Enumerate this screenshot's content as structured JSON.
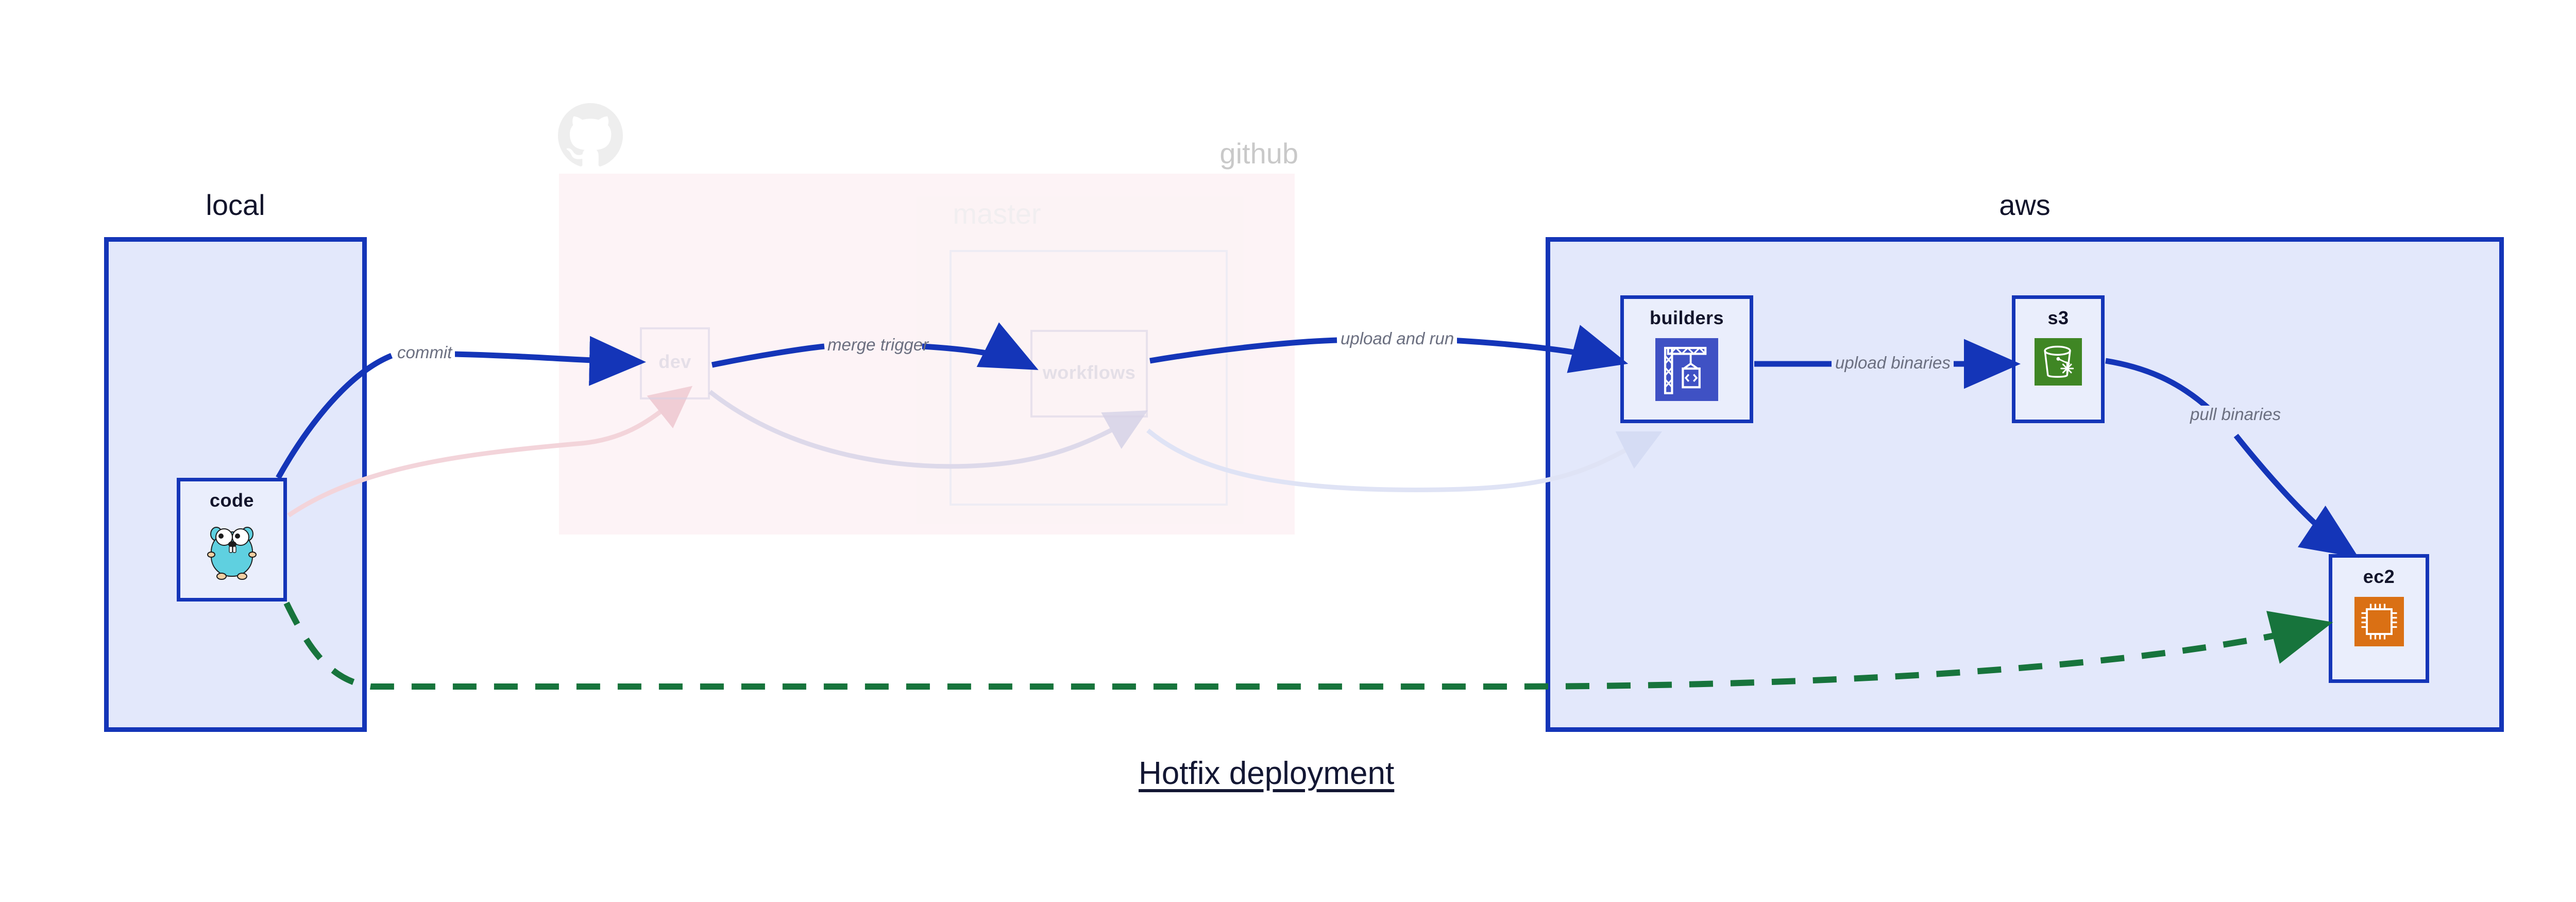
{
  "diagram": {
    "caption": "Hotfix deployment",
    "groups": [
      {
        "id": "local",
        "label": "local",
        "style": "solid"
      },
      {
        "id": "github",
        "label": "github",
        "style": "faded"
      },
      {
        "id": "aws",
        "label": "aws",
        "style": "solid"
      }
    ],
    "subgroups": [
      {
        "id": "master",
        "label": "master",
        "parent": "github",
        "style": "faded"
      }
    ],
    "nodes": [
      {
        "id": "code",
        "label": "code",
        "group": "local",
        "icon": "go-gopher-icon",
        "style": "solid"
      },
      {
        "id": "dev",
        "label": "dev",
        "group": "github",
        "icon": "none",
        "style": "faded"
      },
      {
        "id": "workflows",
        "label": "workflows",
        "group": "master",
        "icon": "none",
        "style": "faded"
      },
      {
        "id": "builders",
        "label": "builders",
        "group": "aws",
        "icon": "crane-code-icon",
        "style": "solid"
      },
      {
        "id": "s3",
        "label": "s3",
        "group": "aws",
        "icon": "s3-bucket-glacier-icon",
        "style": "solid"
      },
      {
        "id": "ec2",
        "label": "ec2",
        "group": "aws",
        "icon": "cpu-chip-icon",
        "style": "solid"
      }
    ],
    "edges": [
      {
        "id": "e-commit",
        "from": "code",
        "to": "dev",
        "label": "commit",
        "style": "solid",
        "color": "#1435b8"
      },
      {
        "id": "e-merge",
        "from": "dev",
        "to": "workflows",
        "label": "merge trigger",
        "style": "solid",
        "color": "#1435b8"
      },
      {
        "id": "e-upload",
        "from": "workflows",
        "to": "builders",
        "label": "upload and run",
        "style": "solid",
        "color": "#1435b8"
      },
      {
        "id": "e-binaries",
        "from": "builders",
        "to": "s3",
        "label": "upload binaries",
        "style": "solid",
        "color": "#1435b8"
      },
      {
        "id": "e-pull",
        "from": "s3",
        "to": "ec2",
        "label": "pull binaries",
        "style": "solid",
        "color": "#1435b8"
      },
      {
        "id": "e-hotfix",
        "from": "code",
        "to": "ec2",
        "label": "",
        "style": "dashed",
        "color": "#17743c"
      },
      {
        "id": "e-ghost-1",
        "from": "code",
        "to": "dev",
        "label": "",
        "style": "faded",
        "color": "#f3d4da"
      },
      {
        "id": "e-ghost-2",
        "from": "dev",
        "to": "workflows",
        "label": "",
        "style": "faded",
        "color": "#ddd9ea"
      },
      {
        "id": "e-ghost-3",
        "from": "workflows",
        "to": "builders",
        "label": "",
        "style": "faded",
        "color": "#dfe3f5"
      }
    ],
    "colors": {
      "accent_blue": "#1435b8",
      "group_blue_fill": "#e3e8fb",
      "group_pink_fill": "#fae3e9",
      "node_fill": "#eaeefc",
      "dashed_green": "#17743c",
      "label_gray": "#6b6f80",
      "text_dark": "#12142b",
      "builders_icon_bg": "#3f51c4",
      "s3_icon_bg": "#3f8624",
      "ec2_icon_bg": "#da7014",
      "gopher_body": "#5fd0e0"
    }
  }
}
